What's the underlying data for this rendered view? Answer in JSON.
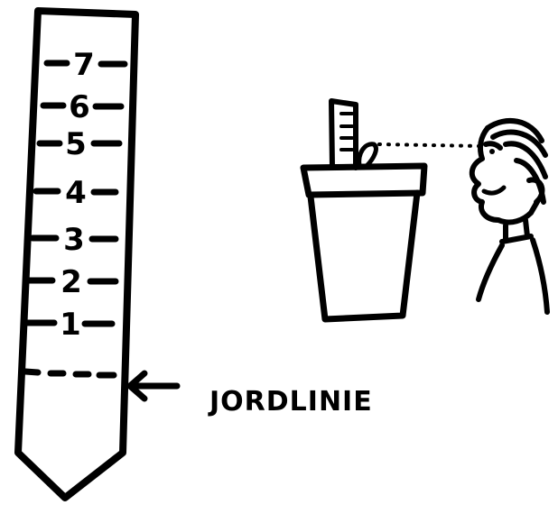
{
  "stake": {
    "ticks": [
      "7",
      "6",
      "5",
      "4",
      "3",
      "2",
      "1"
    ]
  },
  "ground_label": "JORDLINIE",
  "colors": {
    "ink": "#000000",
    "background": "#ffffff"
  }
}
